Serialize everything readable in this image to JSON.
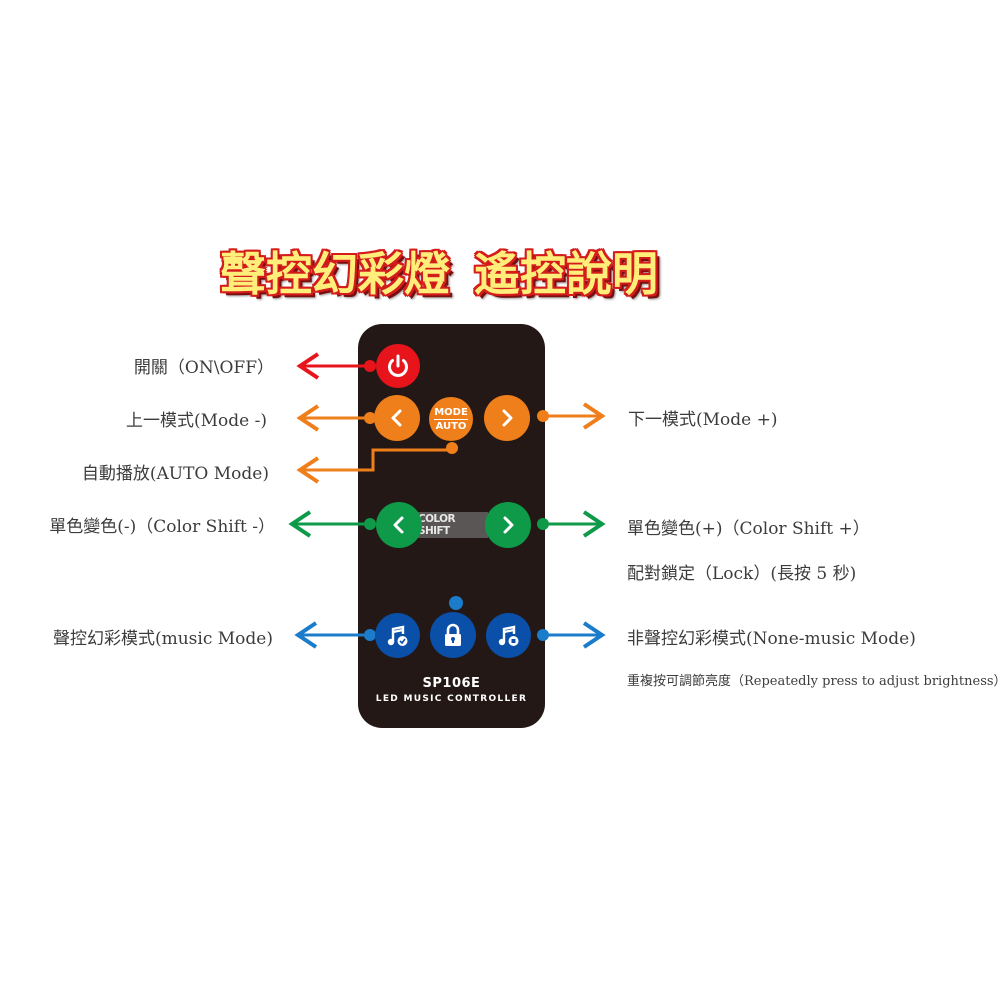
{
  "title": {
    "part1": "聲控幻彩燈",
    "part2": "遙控說明"
  },
  "colors": {
    "title_fill": "#ffef7a",
    "title_outline": "#d41c1c",
    "remote_body": "#231815",
    "power_red": "#e8141c",
    "mode_orange": "#ef7f1a",
    "color_green": "#0e9a48",
    "music_blue": "#0a4fa8",
    "dot_blue": "#1b7ccb"
  },
  "remote": {
    "model": "SP106E",
    "subtitle": "LED MUSIC CONTROLLER",
    "buttons": {
      "power": {
        "icon": "power-icon"
      },
      "mode_prev": {
        "icon": "chevron-left-icon"
      },
      "mode_auto": {
        "top": "MODE",
        "bottom": "AUTO"
      },
      "mode_next": {
        "icon": "chevron-right-icon"
      },
      "color_prev": {
        "icon": "chevron-left-icon"
      },
      "color_shift_label": "COLOR SHIFT",
      "color_next": {
        "icon": "chevron-right-icon"
      },
      "music_mode": {
        "icon": "music-note-check-icon"
      },
      "lock": {
        "icon": "lock-icon"
      },
      "non_music_mode": {
        "icon": "music-note-stop-icon"
      }
    }
  },
  "labels": {
    "power": "開關（ON\\OFF）",
    "mode_prev": "上一模式(Mode -)",
    "auto_mode": "自動播放(AUTO Mode)",
    "color_prev": "單色變色(-)（Color Shift -）",
    "music_mode": "聲控幻彩模式(music Mode)",
    "mode_next": "下一模式(Mode +)",
    "color_next": "單色變色(+)（Color Shift +）",
    "lock": "配對鎖定（Lock）(長按 5 秒)",
    "non_music_mode": "非聲控幻彩模式(None-music Mode)",
    "brightness_note": "重複按可調節亮度（Repeatedly press to adjust brightness）"
  }
}
